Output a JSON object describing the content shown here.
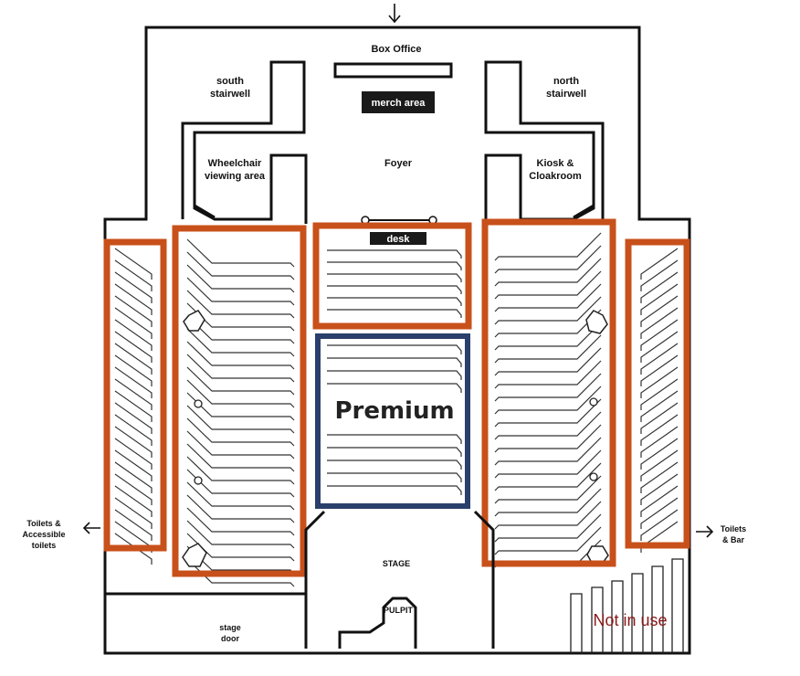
{
  "labels": {
    "box_office": "Box Office",
    "merch_area": "merch area",
    "south_stairwell_1": "south",
    "south_stairwell_2": "stairwell",
    "north_stairwell_1": "north",
    "north_stairwell_2": "stairwell",
    "wheelchair_1": "Wheelchair",
    "wheelchair_2": "viewing area",
    "foyer": "Foyer",
    "kiosk_1": "Kiosk &",
    "kiosk_2": "Cloakroom",
    "desk": "desk",
    "premium": "Premium",
    "toilets_left_1": "Toilets &",
    "toilets_left_2": "Accessible",
    "toilets_left_3": "toilets",
    "toilets_right_1": "Toilets",
    "toilets_right_2": "& Bar",
    "stage": "STAGE",
    "pulpit": "PULPIT",
    "stage_door_1": "stage",
    "stage_door_2": "door",
    "not_in_use": "Not in use"
  },
  "colors": {
    "standard_section": "#c8501a",
    "premium_section": "#2a3f6b",
    "not_in_use_text": "#8b1a1a"
  },
  "icons": {
    "entrance": "arrow-down-icon",
    "exit_left": "arrow-left-icon",
    "exit_right": "arrow-right-icon"
  }
}
